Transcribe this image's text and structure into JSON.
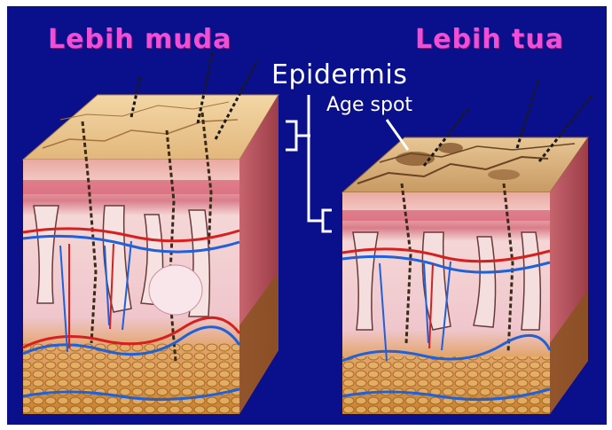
{
  "labels": {
    "younger": "Lebih muda",
    "older": "Lebih tua",
    "epidermis": "Epidermis",
    "age_spot": "Age spot"
  },
  "colors": {
    "background": "#0a0f8c",
    "label_pink": "#ee4fd6",
    "annotation_white": "#ffffff",
    "skin_surface": "#e8c48c",
    "dermis_pink": "#d9828f",
    "fat_layer": "#c98a3a",
    "artery_red": "#d62020",
    "vein_blue": "#2060d8"
  }
}
